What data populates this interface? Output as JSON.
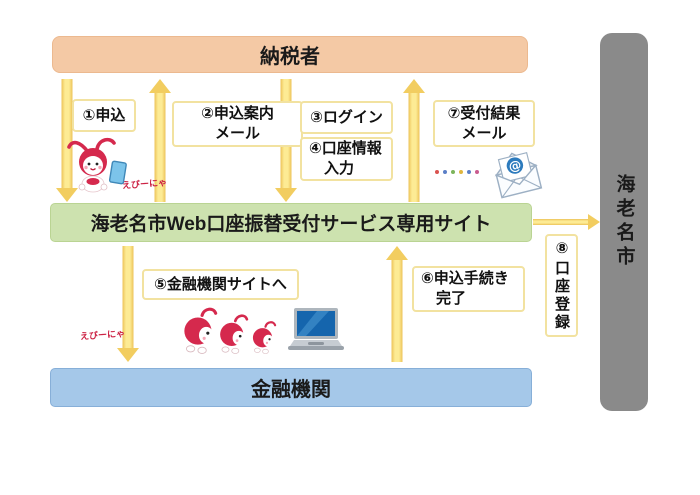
{
  "actors": {
    "taxpayer": "納税者",
    "portal": "海老名市Web口座振替受付サービス専用サイト",
    "bank": "金融機関",
    "city": "海老名市"
  },
  "steps": {
    "s1": "①申込",
    "s2": "②申込案内\nメール",
    "s3": "③ログイン",
    "s4": "④口座情報\n入力",
    "s5": "⑤金融機関サイトへ",
    "s6": "⑥申込手続き\n完了",
    "s7": "⑦受付結果\nメール",
    "s8": "⑧口座登録"
  },
  "mascot": {
    "signature": "えびーにゃ"
  },
  "icons": [
    "mascot-ebinya-icon",
    "mascot-shrimp-icon",
    "laptop-icon",
    "envelope-icon",
    "mail-dots"
  ],
  "palette": {
    "taxpayer_bar": "#f4c9a5",
    "portal_bar": "#cde2af",
    "bank_bar": "#a5c8e9",
    "city_bar": "#8a8a8a",
    "arrow_yellow": "#f2cd60",
    "step_box_border": "#f2e2a0",
    "mascot_red": "#d5294d",
    "mail_dots": [
      "#d9534f",
      "#5b7fc7",
      "#7cb45b",
      "#e0b63e",
      "#5b7fc7",
      "#c95b8f"
    ]
  }
}
